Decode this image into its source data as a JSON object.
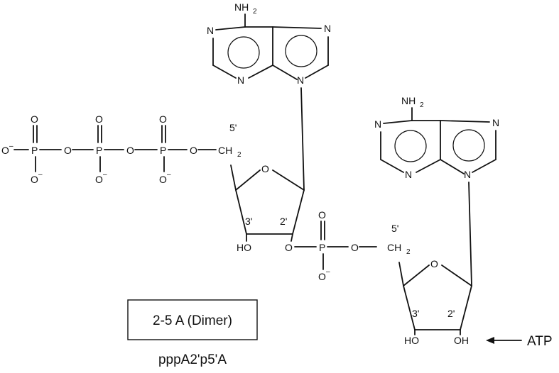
{
  "atoms": {
    "nh2": "NH",
    "nh2_sub": "2",
    "n": "N",
    "o": "O",
    "p": "P",
    "o_minus": "O",
    "minus": "–",
    "ch2": "CH",
    "ch2_sub": "2",
    "ho": "HO",
    "oh": "OH"
  },
  "positions": {
    "five_prime": "5'",
    "three_prime": "3'",
    "two_prime": "2'"
  },
  "labels": {
    "dimer_box": "2-5 A (Dimer)",
    "formula": "pppA2'p5'A",
    "atp": "ATP"
  }
}
